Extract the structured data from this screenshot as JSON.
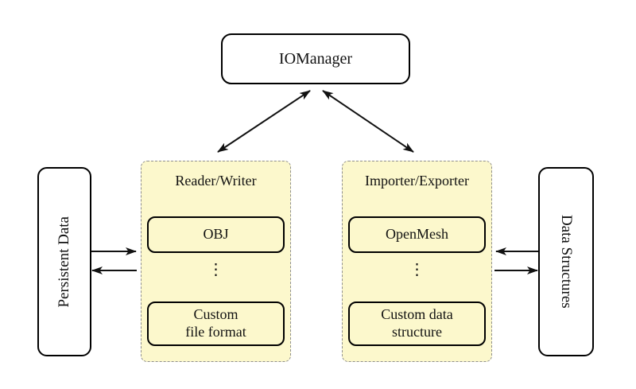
{
  "colors": {
    "background": "#ffffff",
    "panel_fill": "#FCF8CC",
    "panel_border": "#8f8f8f",
    "node_border": "#000000",
    "node_fill": "#ffffff",
    "arrow": "#111111"
  },
  "nodes": {
    "iomanager": {
      "label": "IOManager"
    },
    "persistent_data": {
      "label": "Persistent Data"
    },
    "data_structures": {
      "label": "Data Structures"
    },
    "reader_writer": {
      "label": "Reader/Writer",
      "item_top": "OBJ",
      "dots": "⋮",
      "item_bottom": "Custom\nfile format"
    },
    "importer_exporter": {
      "label": "Importer/Exporter",
      "item_top": "OpenMesh",
      "dots": "⋮",
      "item_bottom": "Custom data\nstructure"
    }
  },
  "edges": [
    {
      "from": "IOManager",
      "to": "Reader/Writer",
      "direction": "bidirectional"
    },
    {
      "from": "IOManager",
      "to": "Importer/Exporter",
      "direction": "bidirectional"
    },
    {
      "from": "Persistent Data",
      "to": "Reader/Writer",
      "direction": "right"
    },
    {
      "from": "Reader/Writer",
      "to": "Persistent Data",
      "direction": "left"
    },
    {
      "from": "Data Structures",
      "to": "Importer/Exporter",
      "direction": "left"
    },
    {
      "from": "Importer/Exporter",
      "to": "Data Structures",
      "direction": "right"
    }
  ]
}
